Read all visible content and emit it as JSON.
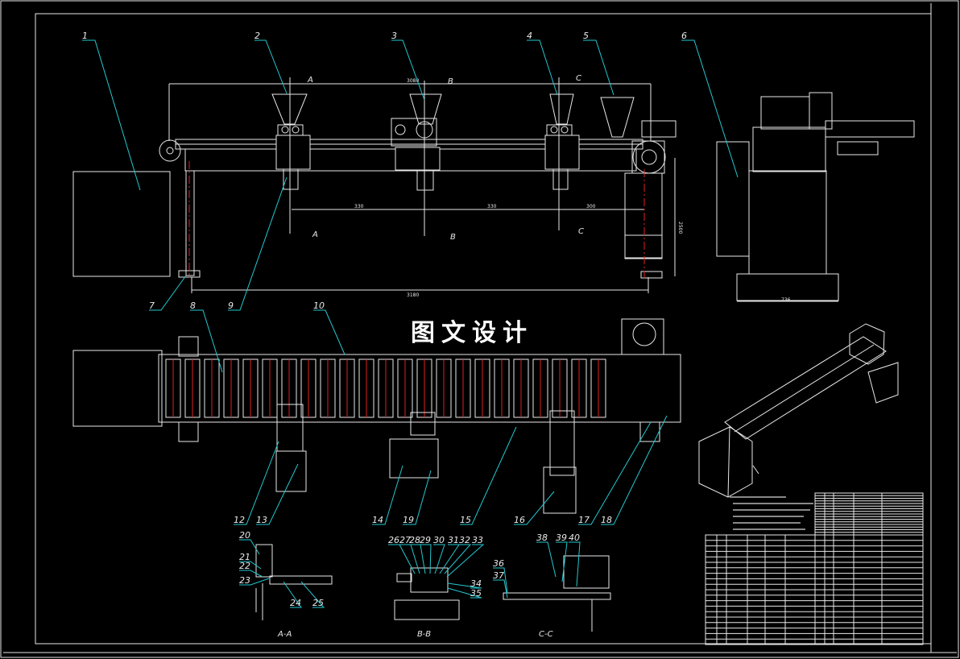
{
  "watermark": "图文设计",
  "callouts": [
    "1",
    "2",
    "3",
    "4",
    "5",
    "6",
    "7",
    "8",
    "9",
    "10",
    "12",
    "13",
    "14",
    "19",
    "15",
    "16",
    "17",
    "18",
    "20",
    "21",
    "22",
    "23",
    "24",
    "25",
    "26",
    "27",
    "28",
    "29",
    "30",
    "31",
    "32",
    "33",
    "34",
    "35",
    "36",
    "37",
    "38",
    "39",
    "40"
  ],
  "section_markers": {
    "a": "A",
    "b": "B",
    "c": "C"
  },
  "section_titles": {
    "aa": "A-A",
    "bb": "B-B",
    "cc": "C-C"
  },
  "dimensions": {
    "top_overall": "3080",
    "bottom_overall": "3180",
    "spacing_1": "330",
    "spacing_2": "330",
    "spacing_3": "300",
    "height": "2500",
    "side_width": "736"
  },
  "colors": {
    "background": "#000000",
    "lines": "#e8e8e8",
    "leaders": "#22c8d0",
    "centerlines": "#e02020"
  },
  "title_block": {
    "rows": 20,
    "upper_rows": 16
  }
}
